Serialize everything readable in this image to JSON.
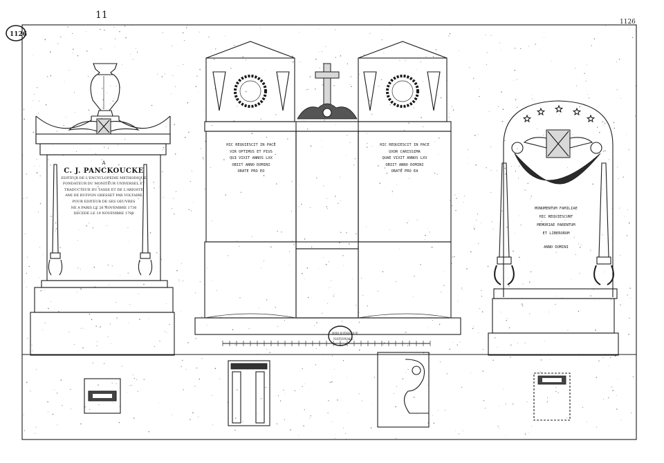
{
  "plate": {
    "number_left": "11",
    "number_right": "1126",
    "corner_stamp": "1126"
  },
  "monument_left": {
    "inscription_lines": [
      "A",
      "C. J. PANCKOUCKE",
      "EDITEUR DE L'ENCYCLOPEDIE METHODIQUE",
      "FONDATEUR DU MONITEUR UNIVERSEL ET",
      "TRADUCTEUR DU TASSE ET DE L'ARIOSTE",
      "AMI DE BUFFON GRESSET PAR VOLTAIRE",
      "POUR EDITEUR DE SES OEUVRES",
      "NE A PARIS LE 26 NOVEMBRE 1736",
      "DECEDE LE 19 NOVEMBRE 1798"
    ]
  },
  "monument_center": {
    "left_panel_lines": [
      "HIC REQUIESCIT IN PACE",
      "VIR OPTIMUS ET PIUS",
      "QUI VIXIT ANNOS LXX",
      "OBIIT ANNO DOMINI",
      "ORATE PRO EO"
    ],
    "right_panel_lines": [
      "HIC REQUIESCIT IN PACE",
      "UXOR CARISSIMA",
      "QUAE VIXIT ANNOS LXV",
      "OBIIT ANNO DOMINI",
      "ORATE PRO EA"
    ]
  },
  "monument_right": {
    "inscription_lines": [
      "MONUMENTUM FAMILIAE",
      "HIC REQUIESCUNT",
      "MEMORIAE PARENTUM",
      "ET LIBERORUM",
      "ANNO DOMINI"
    ]
  },
  "library_stamp": {
    "lines": [
      "BIBLIOTHEQUE",
      "NATIONALE"
    ]
  },
  "colors": {
    "ink": "#1a1a1a",
    "paper": "#ffffff",
    "hatch": "#d8d8d8"
  },
  "icons": [
    "cross-icon",
    "laurel-wreath-icon",
    "urn-icon",
    "winged-emblem-icon",
    "star-icon"
  ]
}
